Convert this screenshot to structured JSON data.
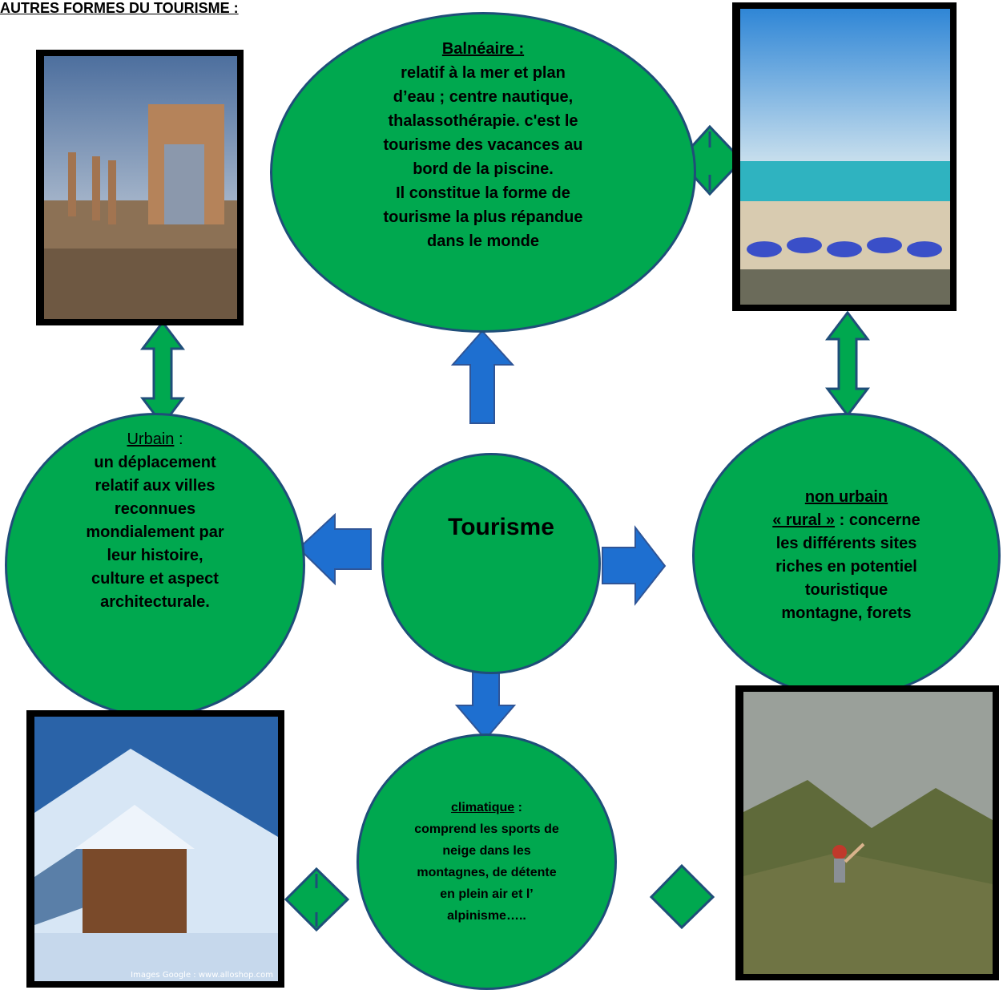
{
  "title": "AUTRES  FORMES DU TOURISME :",
  "center": {
    "label": "Tourisme"
  },
  "balneaire": {
    "heading": "Balnéaire :",
    "lines": [
      "relatif à la mer et plan",
      "d’eau ; centre nautique,",
      "thalassothérapie. c'est le",
      "tourisme des vacances au",
      "bord de la piscine.",
      "Il constitue la forme de",
      "tourisme la plus répandue",
      "dans le monde"
    ]
  },
  "urbain": {
    "heading": "Urbain",
    "colon": " :",
    "lines": [
      "un déplacement",
      "relatif aux villes",
      "reconnues",
      "mondialement par",
      "leur histoire,",
      "culture et aspect",
      "architecturale."
    ]
  },
  "rural": {
    "heading": "non urbain",
    "sub_heading": "« rural »",
    "sub_rest": " : concerne",
    "lines": [
      "les différents sites",
      "riches en potentiel",
      "touristique",
      "montagne, forets"
    ]
  },
  "climatique": {
    "heading": "climatique",
    "colon": " :",
    "lines": [
      "comprend les sports de",
      "neige dans les",
      "montagnes, de détente",
      "en plein air et l’",
      "alpinisme….."
    ]
  },
  "photos": {
    "ruins_icon": "roman-ruins-photo",
    "beach_icon": "beach-umbrellas-photo",
    "snow_icon": "snowy-chalet-photo",
    "hiker_icon": "mountain-hiker-photo",
    "snow_caption": "Images Google : www.alloshop.com"
  },
  "colors": {
    "ellipse_fill": "#00a84f",
    "ellipse_border": "#1f4e79",
    "blue_arrow": "#1e6fd0",
    "green_arrow": "#00a84f"
  }
}
